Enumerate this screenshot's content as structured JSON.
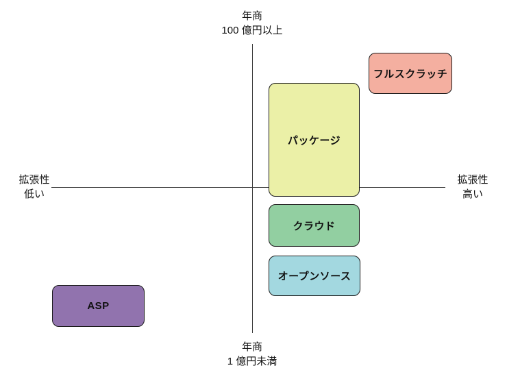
{
  "diagram": {
    "axes": {
      "y_top": {
        "line1": "年商",
        "line2": "100 億円以上"
      },
      "y_bottom": {
        "line1": "年商",
        "line2": "1 億円未満"
      },
      "x_left": {
        "line1": "拡張性",
        "line2": "低い"
      },
      "x_right": {
        "line1": "拡張性",
        "line2": "高い"
      }
    },
    "boxes": {
      "full_scratch": {
        "label": "フルスクラッチ",
        "color": "#f4afa0"
      },
      "package": {
        "label": "パッケージ",
        "color": "#ebf0a7"
      },
      "cloud": {
        "label": "クラウド",
        "color": "#92cfa1"
      },
      "open_source": {
        "label": "オープンソース",
        "color": "#a3d8e0"
      },
      "asp": {
        "label": "ASP",
        "color": "#9173ae"
      }
    },
    "line_color": "#3a3a3a"
  }
}
